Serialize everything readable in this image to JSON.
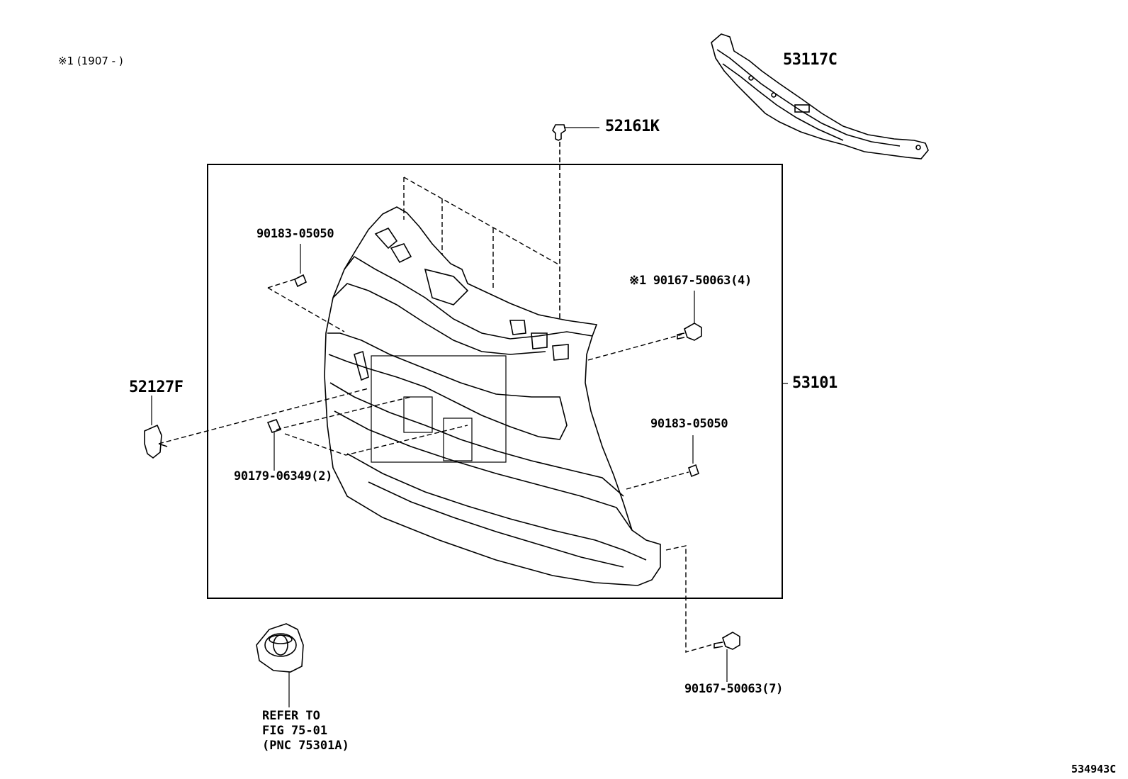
{
  "note": {
    "text": "※1 (1907 -      )"
  },
  "parts": {
    "p53117C": "53117C",
    "p52161K": "52161K",
    "p90183_top": "90183-05050",
    "p90167_4": "※1 90167-50063(4)",
    "p52127F": "52127F",
    "p53101": "53101",
    "p90183_right": "90183-05050",
    "p90179": "90179-06349(2)",
    "p90167_7": "90167-50063(7)"
  },
  "reference": {
    "line1": "REFER TO",
    "line2": "FIG 75-01",
    "line3": "(PNC 75301A)"
  },
  "diagram_id": "534943C"
}
